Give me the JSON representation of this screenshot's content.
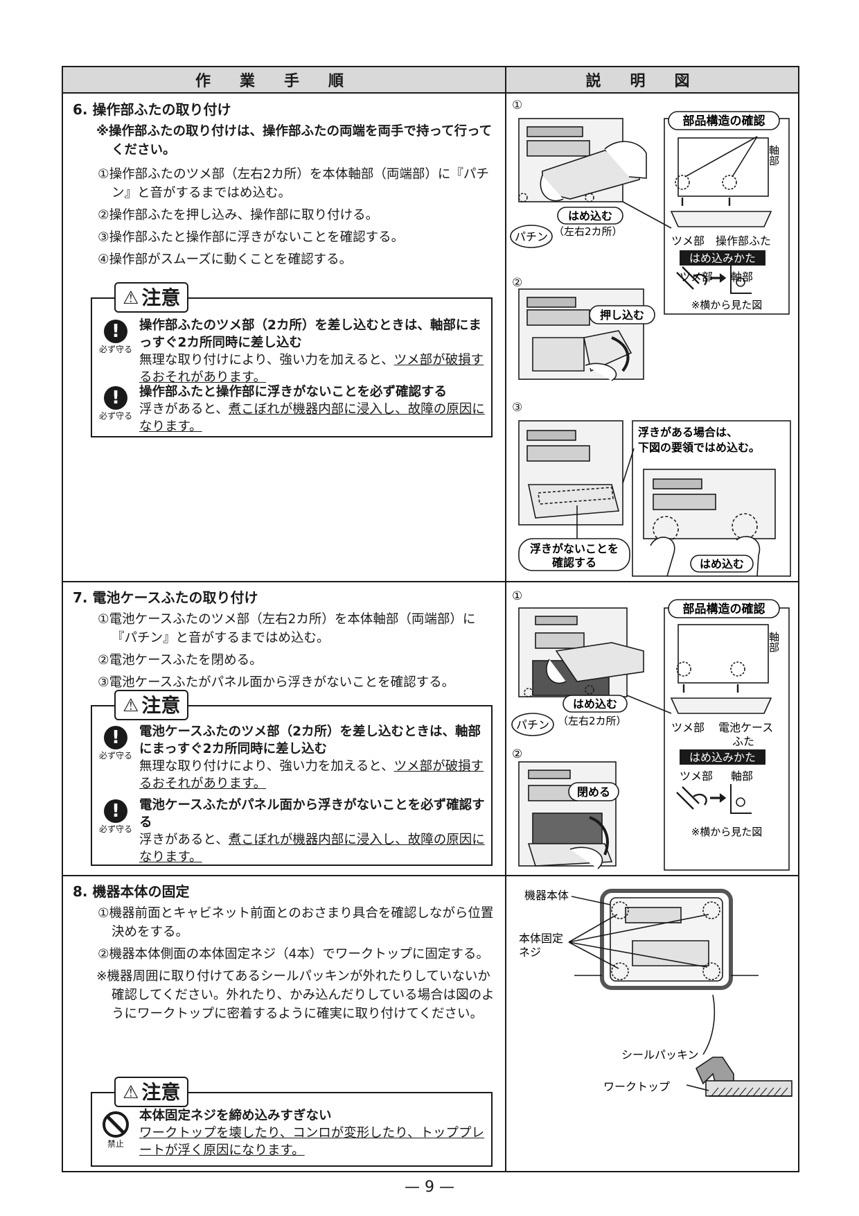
{
  "header": {
    "left": "作業手順",
    "right": "説明図"
  },
  "s6": {
    "title": "6. 操作部ふたの取り付け",
    "note": "※操作部ふたの取り付けは、操作部ふたの両端を両手で持って行ってください。",
    "steps": [
      "①操作部ふたのツメ部（左右2カ所）を本体軸部（両端部）に『パチン』と音がするまではめ込む。",
      "②操作部ふたを押し込み、操作部に取り付ける。",
      "③操作部ふたと操作部に浮きがないことを確認する。",
      "④操作部がスムーズに動くことを確認する。"
    ],
    "caution_label": "注意",
    "caution": [
      {
        "icon_label": "必ず守る",
        "head": "操作部ふたのツメ部（2カ所）を差し込むときは、軸部にまっすぐ2カ所同時に差し込む",
        "body_a": "無理な取り付けにより、強い力を加えると、",
        "body_b": "ツメ部が破損するおそれがあります。"
      },
      {
        "icon_label": "必ず守る",
        "head": "操作部ふたと操作部に浮きがないことを必ず確認する",
        "body_a": "浮きがあると、",
        "body_b": "煮こぼれが機器内部に浸入し、故障の原因になります。"
      }
    ],
    "fig": {
      "n1": "①",
      "n2": "②",
      "n3": "③",
      "parts_title": "部品構造の確認",
      "shaft": "軸部",
      "claw": "ツメ部",
      "lid": "操作部ふた",
      "fit_how": "はめ込みかた",
      "claw2": "ツメ部",
      "shaft2": "軸部",
      "side_view": "※横から見た図",
      "hamekomu": "はめ込む",
      "lr2": "（左右2カ所）",
      "pachin": "パチン",
      "oshikomu": "押し込む",
      "float_note_1": "浮きがある場合は、",
      "float_note_2": "下図の要領ではめ込む。",
      "confirm_1": "浮きがないことを",
      "confirm_2": "確認する",
      "hamekomu2": "はめ込む"
    }
  },
  "s7": {
    "title": "7. 電池ケースふたの取り付け",
    "steps": [
      "①電池ケースふたのツメ部（左右2カ所）を本体軸部（両端部）に『パチン』と音がするまではめ込む。",
      "②電池ケースふたを閉める。",
      "③電池ケースふたがパネル面から浮きがないことを確認する。"
    ],
    "caution_label": "注意",
    "caution": [
      {
        "icon_label": "必ず守る",
        "head": "電池ケースふたのツメ部（2カ所）を差し込むときは、軸部にまっすぐ2カ所同時に差し込む",
        "body_a": "無理な取り付けにより、強い力を加えると、",
        "body_b": "ツメ部が破損するおそれがあります。"
      },
      {
        "icon_label": "必ず守る",
        "head": "電池ケースふたがパネル面から浮きがないことを必ず確認する",
        "body_a": "浮きがあると、",
        "body_b": "煮こぼれが機器内部に浸入し、故障の原因になります。"
      }
    ],
    "fig": {
      "n1": "①",
      "n2": "②",
      "parts_title": "部品構造の確認",
      "shaft": "軸部",
      "claw": "ツメ部",
      "lid_1": "電池ケース",
      "lid_2": "ふた",
      "fit_how": "はめ込みかた",
      "claw2": "ツメ部",
      "shaft2": "軸部",
      "side_view": "※横から見た図",
      "hamekomu": "はめ込む",
      "lr2": "（左右2カ所）",
      "pachin": "パチン",
      "shimeru": "閉める"
    }
  },
  "s8": {
    "title": "8. 機器本体の固定",
    "steps": [
      "①機器前面とキャビネット前面とのおさまり具合を確認しながら位置決めをする。",
      "②機器本体側面の本体固定ネジ（4本）でワークトップに固定する。"
    ],
    "note": "※機器周囲に取り付けてあるシールパッキンが外れたりしていないか確認してください。外れたり、かみ込んだりしている場合は図のようにワークトップに密着するように確実に取り付けてください。",
    "caution_label": "注意",
    "caution": [
      {
        "icon_label": "禁止",
        "head": "本体固定ネジを締め込みすぎない",
        "body": "ワークトップを壊したり、コンロが変形したり、トッププレートが浮く原因になります。"
      }
    ],
    "fig": {
      "body": "機器本体",
      "screw_1": "本体固定",
      "screw_2": "ネジ",
      "packing": "シールパッキン",
      "worktop": "ワークトップ"
    }
  },
  "page": "— 9 —"
}
